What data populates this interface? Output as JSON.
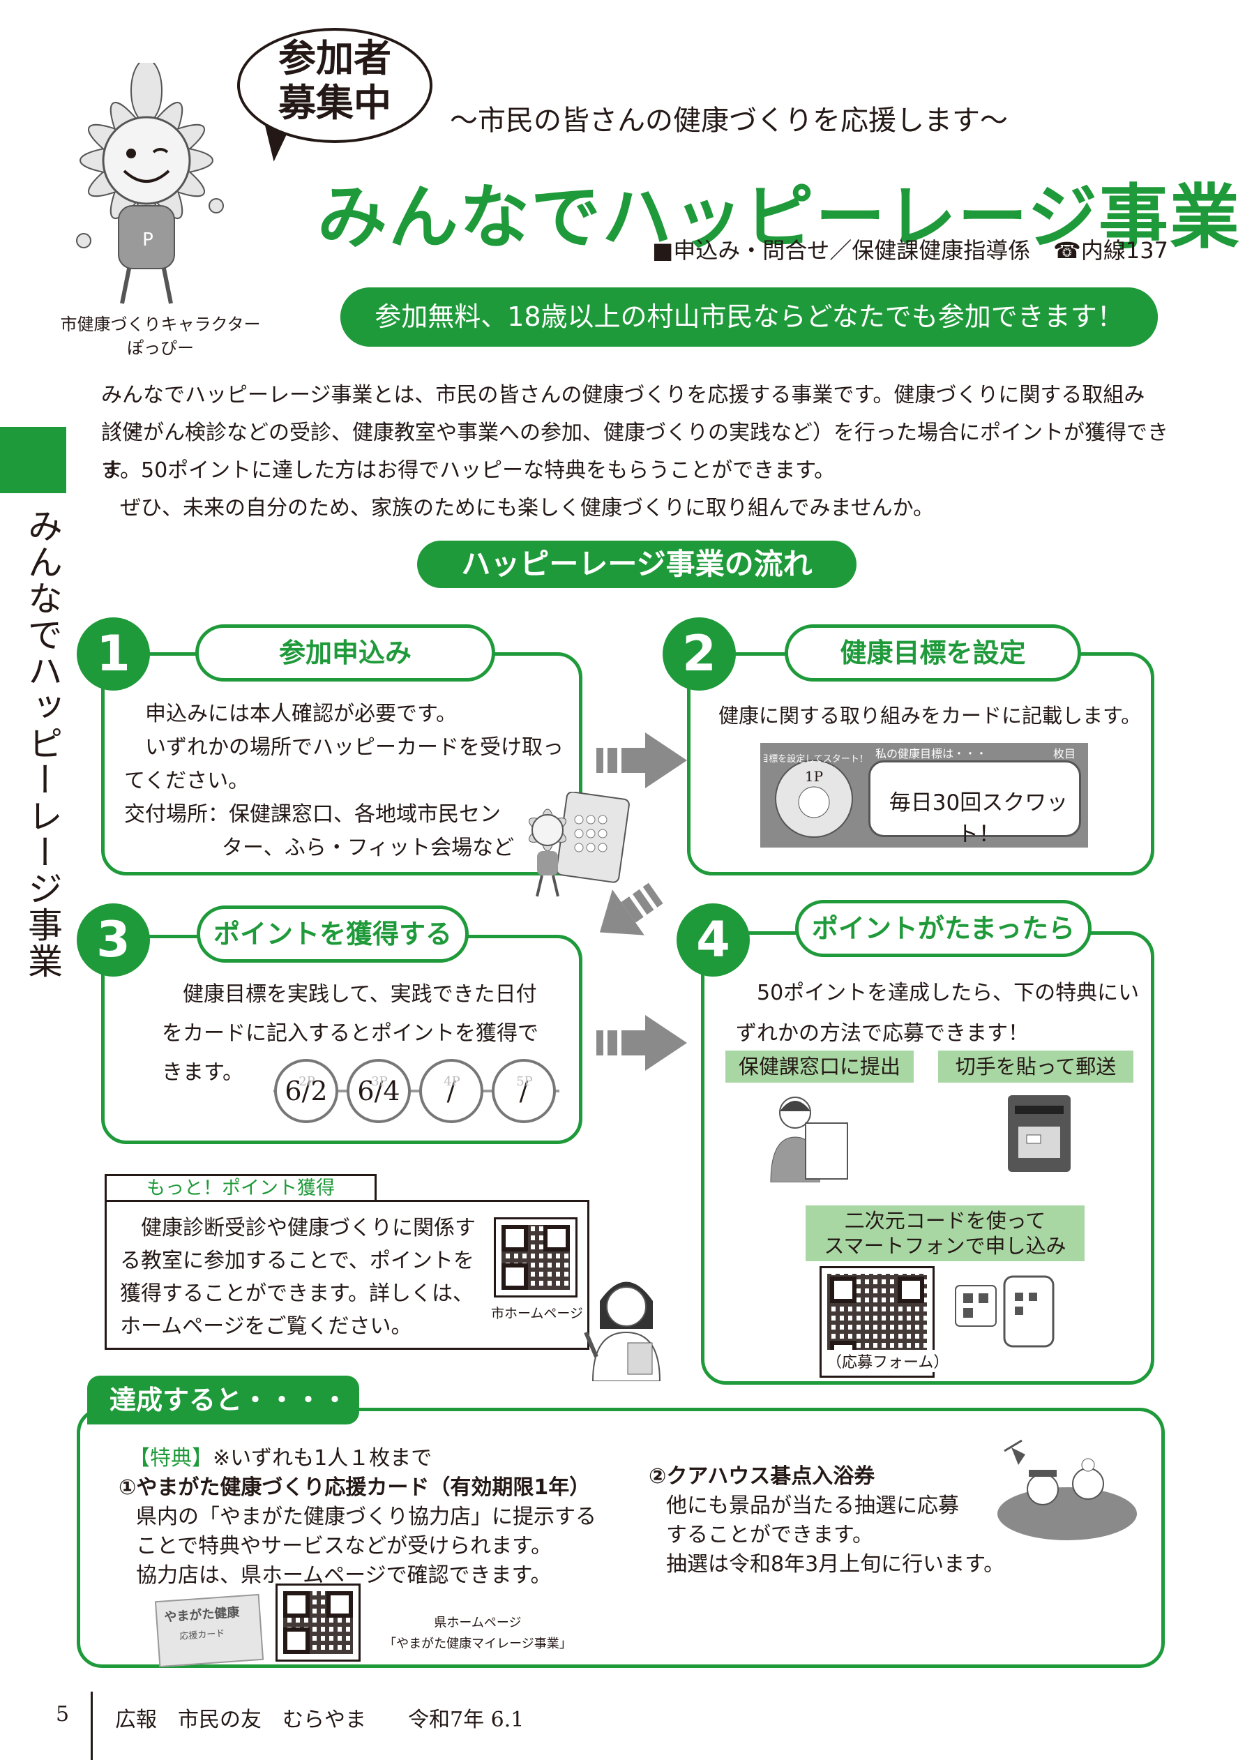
{
  "header": {
    "bubble_line1": "参加者",
    "bubble_line2": "募集中",
    "subtitle": "〜市民の皆さんの健康づくりを応援します〜",
    "title": "みんなでハッピーレージ事業",
    "contact": "■申込み・問合せ／保健課健康指導係",
    "contact_ext": "☎内線137",
    "mascot_caption_line1": "市健康づくりキャラクター",
    "mascot_caption_line2": "ぽっぴー",
    "mascot_badge": "P",
    "banner": "参加無料、18歳以上の村山市民ならどなたでも参加できます！"
  },
  "side_title": "みんなでハッピーレージ事業",
  "intro": {
    "line1": "みんなでハッピーレージ事業とは、市民の皆さんの健康づくりを応援する事業です。健康づくりに関する取組み（健",
    "line2": "診・がん検診などの受診、健康教室や事業への参加、健康づくりの実践など）を行った場合にポイントが獲得できま",
    "line3": "す。50ポイントに達した方はお得でハッピーな特典をもらうことができます。",
    "line4": "ぜひ、未来の自分のため、家族のためにも楽しく健康づくりに取り組んでみませんか。"
  },
  "flow": {
    "title": "ハッピーレージ事業の流れ",
    "step1": {
      "num": "1",
      "label": "参加申込み",
      "line1": "申込みには本人確認が必要です。",
      "line2": "いずれかの場所でハッピーカードを受け取っ",
      "line3": "てください。",
      "line4": "交付場所：保健課窓口、各地域市民セン",
      "line5": "ター、ふら・フィット会場など"
    },
    "step2": {
      "num": "2",
      "label": "健康目標を設定",
      "text": "健康に関する取り組みをカードに記載します。",
      "card_stamp_text": "目標を設定してスタート！",
      "card_stamp_point": "1P",
      "card_label": "私の健康目標は・・・",
      "card_page": "枚目",
      "goal": "毎日30回スクワット！"
    },
    "step3": {
      "num": "3",
      "label": "ポイントを獲得する",
      "line1": "健康目標を実践して、実践できた日付",
      "line2": "をカードに記入するとポイントを獲得で",
      "line3": "きます。",
      "stamps": [
        "6/2",
        "6/4",
        "/",
        "/"
      ],
      "stamp_points": [
        "2P",
        "3P",
        "4P",
        "5P"
      ]
    },
    "step4": {
      "num": "4",
      "label": "ポイントがたまったら",
      "line1": "50ポイントを達成したら、下の特典にい",
      "line2": "ずれかの方法で応募できます！",
      "method1": "保健課窓口に提出",
      "method2": "切手を貼って郵送",
      "method3_line1": "二次元コードを使って",
      "method3_line2": "スマートフォンで申し込み",
      "qr_caption": "（応募フォーム）"
    }
  },
  "more": {
    "tab": "もっと！ポイント獲得",
    "line1": "健康診断受診や健康づくりに関係す",
    "line2": "る教室に参加することで、ポイントを",
    "line3": "獲得することができます。詳しくは、",
    "line4": "ホームページをご覧ください。",
    "qr_caption": "市ホームページ"
  },
  "achieve": {
    "tab": "達成すると・・・・",
    "benefit_tag": "【特典】",
    "benefit_note": "※いずれも1人１枚まで",
    "item1_title": "①やまがた健康づくり応援カード（有効期限1年）",
    "item1_line1": "県内の「やまがた健康づくり協力店」に提示する",
    "item1_line2": "ことで特典やサービスなどが受けられます。",
    "item1_line3": "協力店は、県ホームページで確認できます。",
    "card_title": "やまがた健康",
    "card_sub": "応援カード",
    "qr_caption_line1": "県ホームページ",
    "qr_caption_line2": "「やまがた健康マイレージ事業」",
    "item2_title": "②クアハウス碁点入浴券",
    "item2_line1": "他にも景品が当たる抽選に応募",
    "item2_line2": "することができます。",
    "item2_line3": "抽選は令和8年3月上旬に行います。"
  },
  "footer": {
    "page": "5",
    "publication": "広報　市民の友　むらやま　　令和7年 6.1"
  },
  "colors": {
    "accent": "#1f9a3a",
    "method_bg": "#a9d7a4",
    "text": "#231815"
  }
}
